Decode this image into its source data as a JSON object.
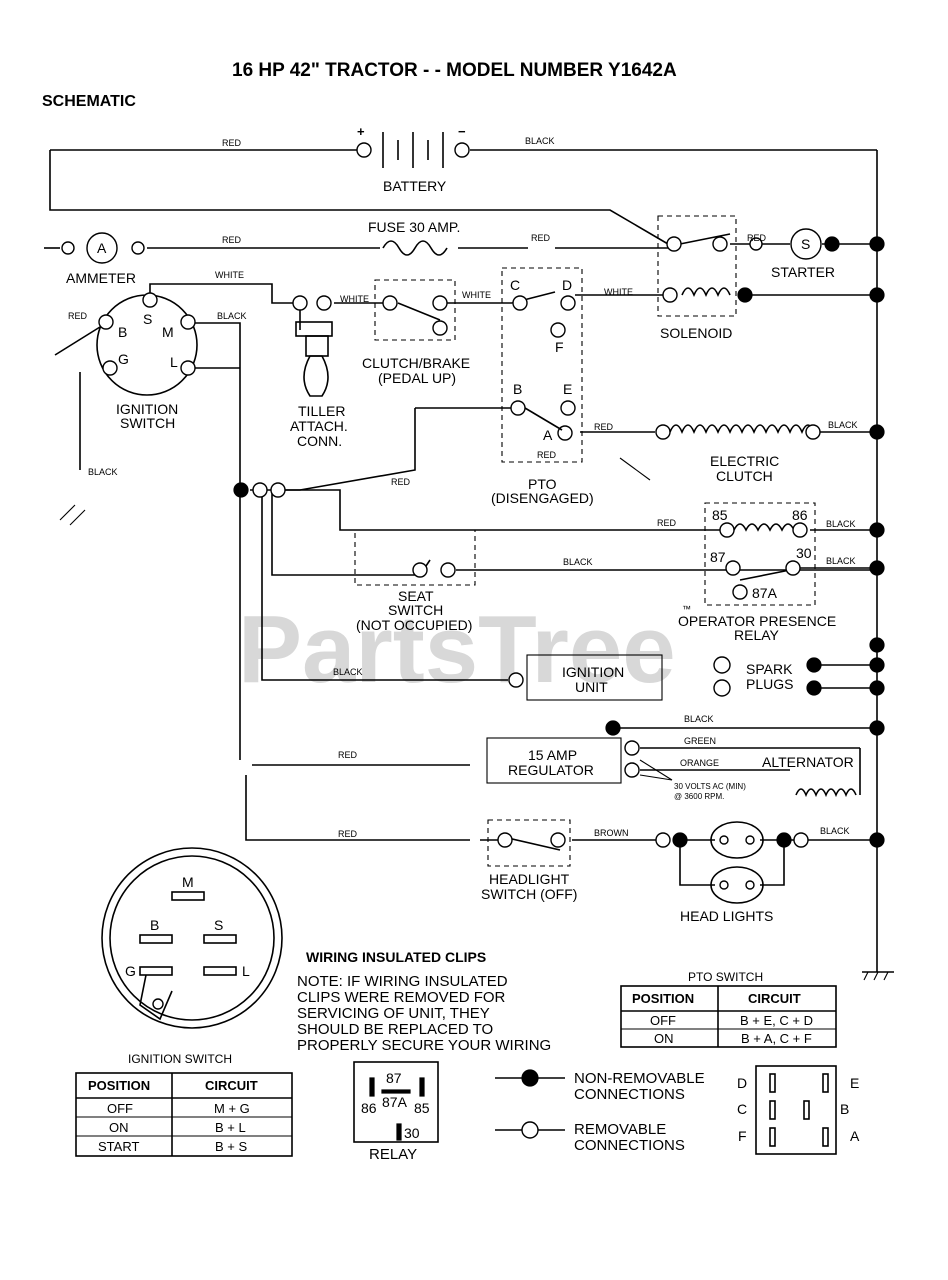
{
  "header": {
    "title": "16 HP 42\" TRACTOR - - MODEL NUMBER Y1642A",
    "subtitle": "SCHEMATIC"
  },
  "watermark": {
    "text": "PartsTree",
    "tm": "™"
  },
  "components": {
    "battery": "BATTERY",
    "battery_plus": "+",
    "battery_minus": "−",
    "fuse": "FUSE 30 AMP.",
    "ammeter": "AMMETER",
    "ammeter_symbol": "A",
    "starter": "STARTER",
    "starter_symbol": "S",
    "solenoid": "SOLENOID",
    "ignition_switch": [
      "IGNITION",
      "SWITCH"
    ],
    "tiller": [
      "TILLER",
      "ATTACH.",
      "CONN."
    ],
    "clutch_brake": [
      "CLUTCH/BRAKE",
      "(PEDAL UP)"
    ],
    "pto": [
      "PTO",
      "(DISENGAGED)"
    ],
    "electric_clutch": [
      "ELECTRIC",
      "CLUTCH"
    ],
    "seat_switch": [
      "SEAT",
      "SWITCH",
      "(NOT OCCUPIED)"
    ],
    "operator_presence_relay": [
      "OPERATOR PRESENCE",
      "RELAY"
    ],
    "ignition_unit": [
      "IGNITION",
      "UNIT"
    ],
    "spark_plugs": [
      "SPARK",
      "PLUGS"
    ],
    "regulator": [
      "15 AMP",
      "REGULATOR"
    ],
    "alternator": "ALTERNATOR",
    "alternator_note": [
      "30 VOLTS AC (MIN)",
      "@ 3600 RPM."
    ],
    "headlight_switch": [
      "HEADLIGHT",
      "SWITCH (OFF)"
    ],
    "head_lights": "HEAD LIGHTS"
  },
  "terminals": {
    "ignition": {
      "B": "B",
      "S": "S",
      "M": "M",
      "G": "G",
      "L": "L"
    },
    "pto": {
      "C": "C",
      "D": "D",
      "F": "F",
      "B": "B",
      "E": "E",
      "A": "A"
    },
    "relay": {
      "t85": "85",
      "t86": "86",
      "t87": "87",
      "t30": "30",
      "t87A": "87A"
    }
  },
  "wires": {
    "red": "RED",
    "black": "BLACK",
    "white": "WHITE",
    "green": "GREEN",
    "orange": "ORANGE",
    "brown": "BROWN"
  },
  "ignition_diagram": {
    "caption": "IGNITION SWITCH",
    "table": {
      "headers": [
        "POSITION",
        "CIRCUIT"
      ],
      "rows": [
        [
          "OFF",
          "M + G"
        ],
        [
          "ON",
          "B + L"
        ],
        [
          "START",
          "B + S"
        ]
      ]
    }
  },
  "note": {
    "title": "WIRING INSULATED CLIPS",
    "lines": [
      "NOTE: IF WIRING INSULATED",
      "CLIPS WERE REMOVED FOR",
      "SERVICING OF UNIT, THEY",
      "SHOULD BE REPLACED TO",
      "PROPERLY SECURE YOUR WIRING"
    ]
  },
  "relay_diagram": {
    "caption": "RELAY",
    "pins": [
      "87",
      "87A",
      "86",
      "85",
      "30"
    ]
  },
  "legend": {
    "non_removable": [
      "NON-REMOVABLE",
      "CONNECTIONS"
    ],
    "removable": [
      "REMOVABLE",
      "CONNECTIONS"
    ]
  },
  "pto_switch": {
    "caption": "PTO SWITCH",
    "table": {
      "headers": [
        "POSITION",
        "CIRCUIT"
      ],
      "rows": [
        [
          "OFF",
          "B + E, C + D"
        ],
        [
          "ON",
          "B + A, C + F"
        ]
      ]
    },
    "pin_labels": [
      "D",
      "E",
      "C",
      "B",
      "F",
      "A"
    ]
  }
}
